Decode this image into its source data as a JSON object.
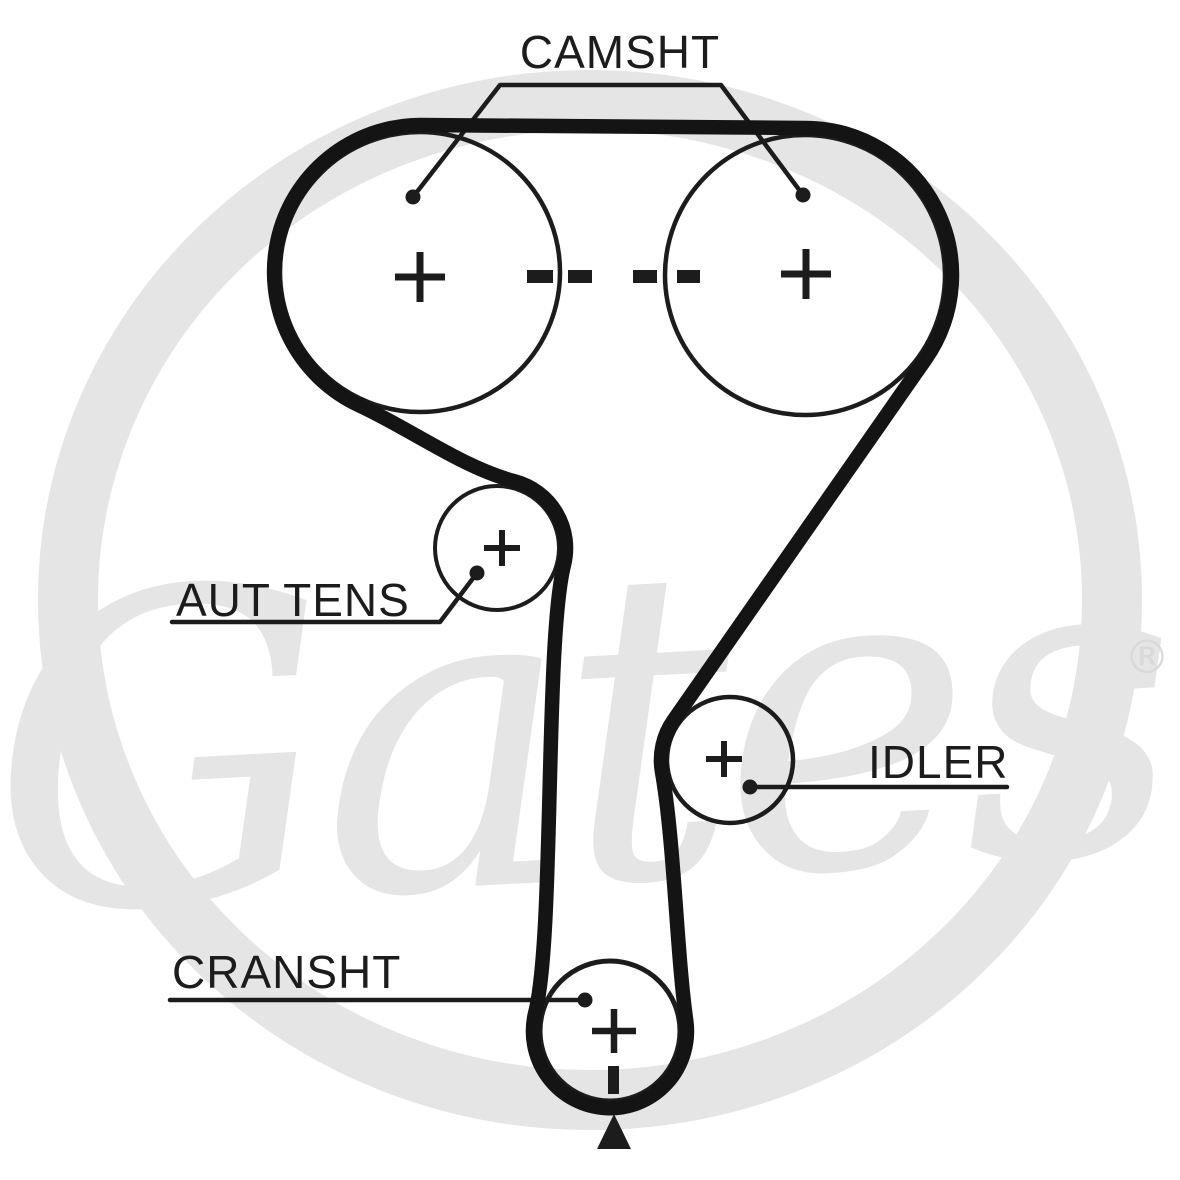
{
  "diagram": {
    "type": "timing-belt-routing-diagram",
    "watermark": {
      "brand": "Gates",
      "registered_mark": "®"
    },
    "labels": {
      "camshaft": "CAMSHT",
      "auto_tensioner": "AUT TENS",
      "idler": "IDLER",
      "crankshaft": "CRANSHT"
    },
    "pulleys": [
      {
        "id": "camshaft-left",
        "label": "CAMSHT",
        "center_marker": "+"
      },
      {
        "id": "camshaft-right",
        "label": "CAMSHT",
        "center_marker": "+"
      },
      {
        "id": "automatic-tensioner",
        "label": "AUT TENS",
        "center_marker": "+"
      },
      {
        "id": "idler",
        "label": "IDLER",
        "center_marker": "+"
      },
      {
        "id": "crankshaft",
        "label": "CRANSHT",
        "center_marker": "+"
      }
    ],
    "annotations": {
      "camshaft_link_dash_count": 4,
      "crankshaft_arrow_direction": "up"
    },
    "colors": {
      "ink": "#1c1c1c",
      "belt": "#141414",
      "watermark_gray": "#e5e5e5",
      "background": "#ffffff"
    }
  }
}
